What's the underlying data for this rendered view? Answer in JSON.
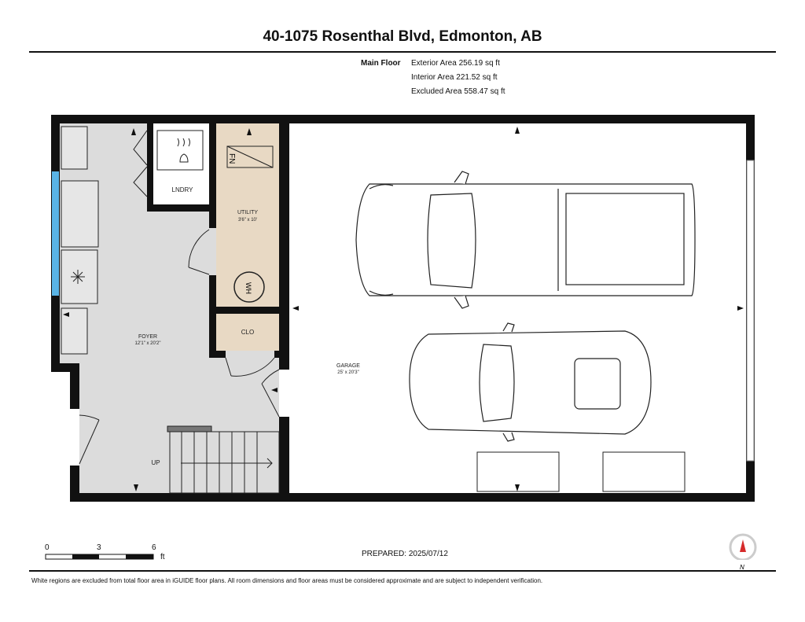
{
  "title": "40-1075 Rosenthal Blvd, Edmonton, AB",
  "floor": {
    "name": "Main Floor",
    "exterior_area": "Exterior Area 256.19 sq ft",
    "interior_area": "Interior Area 221.52 sq ft",
    "excluded_area": "Excluded Area 558.47 sq ft"
  },
  "rooms": {
    "lndry": "LNDRY",
    "utility_name": "UTILITY",
    "utility_dims": "3'6\" x 10'",
    "clo": "CLO",
    "foyer_name": "FOYER",
    "foyer_dims": "12'1\" x 20'2\"",
    "garage_name": "GARAGE",
    "garage_dims": "25' x 20'3\"",
    "stairs": "UP"
  },
  "fixtures": {
    "furnace": "FN",
    "water_heater": "WH"
  },
  "scale": {
    "ticks": [
      "0",
      "3",
      "6"
    ],
    "unit": "ft"
  },
  "compass": {
    "north": "N"
  },
  "prepared": "PREPARED: 2025/07/12",
  "footer_note": "White regions are excluded from total floor area in iGUIDE floor plans. All room dimensions and floor areas must be considered approximate and are subject to independent verification.",
  "colors": {
    "foyer": "#dcdcdc",
    "utility": "#e8d9c4",
    "window": "#5ab4e6",
    "wall": "#111111",
    "compass_needle": "#d62b2b"
  }
}
